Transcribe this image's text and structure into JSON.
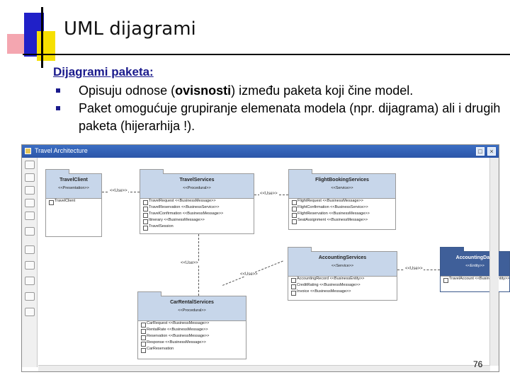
{
  "slide": {
    "title": "UML dijagrami",
    "heading": "Dijagrami paketa:",
    "bullets": [
      {
        "before": "Opisuju odnose (",
        "bold": "ovisnosti",
        "after": ") između paketa koji čine model."
      },
      {
        "before": "Paket omogućuje grupiranje elemenata modela (npr. dijagrama) ali i drugih paketa (hijerarhija !).",
        "bold": "",
        "after": ""
      }
    ],
    "page_number": "76"
  },
  "window": {
    "title": "Travel Architecture",
    "buttons": [
      "□",
      "×"
    ],
    "palette_tools": [
      "select-tool",
      "package-tool",
      "class-tool",
      "interface-tool",
      "note-tool",
      "dependency-tool",
      "generalization-tool",
      "zoom-tool",
      "text-tool",
      "link-tool",
      "help-tool"
    ]
  },
  "diagram": {
    "packages": {
      "travel_client": {
        "name": "TravelClient",
        "stereotype": "<<Presentation>>",
        "rows": [
          "TravelClient"
        ]
      },
      "travel_services": {
        "name": "TravelServices",
        "stereotype": "<<Procedural>>",
        "rows": [
          "TravelRequest <<BusinessMessage>>",
          "TravelReservation <<BusinessService>>",
          "TravelConfirmation <<BusinessMessage>>",
          "Itinerary <<BusinessMessage>>",
          "TravelSession"
        ]
      },
      "flight_booking": {
        "name": "FlightBookingServices",
        "stereotype": "<<Service>>",
        "rows": [
          "FlightRequest <<BusinessMessage>>",
          "FlightConfirmation <<BusinessService>>",
          "FlightReservation <<BusinessMessage>>",
          "SeatAssignment <<BusinessMessage>>"
        ]
      },
      "accounting": {
        "name": "AccountingServices",
        "stereotype": "<<Service>>",
        "rows": [
          "AccountingRecord <<BusinessEntity>>",
          "CreditRating <<BusinessMessage>>",
          "Invoice <<BusinessMessage>>"
        ]
      },
      "accounting_data": {
        "name": "AccountingData",
        "stereotype": "<<Entity>>",
        "rows": [
          "TravelAccount <<BusinessEntity>>"
        ]
      },
      "car_rental": {
        "name": "CarRentalServices",
        "stereotype": "<<Procedural>>",
        "rows": [
          "CarRequest <<BusinessMessage>>",
          "RentalRate <<BusinessMessage>>",
          "Reservation <<BusinessMessage>>",
          "Response <<BusinessMessage>>",
          "CarReservation"
        ]
      }
    },
    "dependencies": [
      "<<Use>>",
      "<<Use>>",
      "<<Use>>",
      "<<Use>>",
      "<<Use>>"
    ]
  },
  "colors": {
    "bullet": "#1a1a8c",
    "header_fill": "#c7d6ea",
    "dark_header": "#3f5f99"
  }
}
